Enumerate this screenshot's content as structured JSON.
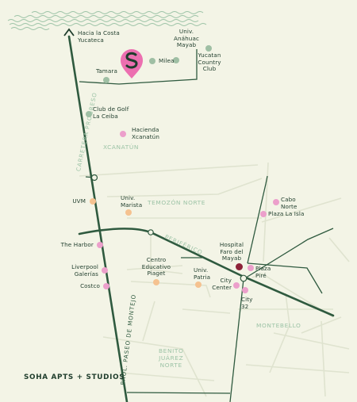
{
  "colors": {
    "background": "#f3f4e6",
    "road": "#2f5a3f",
    "minor_road": "#dfe3cf",
    "area_label": "#9cc3a6",
    "marker_pink": "#ec6fb0",
    "dot_green": "#9fbfa4",
    "dot_pink": "#ec9fcb",
    "dot_orange": "#f5c290",
    "dot_red": "#8e2339"
  },
  "brand": "SOHA APTS + STUDIOS",
  "direction": "Hacia la Costa\nYucateca",
  "places": {
    "tamara": "Tamara",
    "milea": "Milea",
    "anahuac": "Univ.\nAnáhuac\nMayab",
    "yucatan_cc": "Yucatan\nCountry\nClub",
    "club_golf": "Club de Golf\nLa Ceiba",
    "hacienda": "Hacienda\nXcanatún",
    "uvm": "UVM",
    "marista": "Univ.\nMarista",
    "cabo_norte": "Cabo\nNorte",
    "plaza_la_isla": "Plaza La Isla",
    "the_harbor": "The Harbor",
    "hospital": "Hospital\nFaro del\nMayab",
    "liverpool": "Liverpool\nGalerías",
    "centro_piaget": "Centro\nEducativo\nPiaget",
    "patria": "Univ.\nPatria",
    "city_center": "City\nCenter",
    "plaza_pire": "Plaza\nPiré",
    "city32": "City\n32",
    "costco": "Costco"
  },
  "areas": {
    "xcanatun": "XCANATÚN",
    "temozon": "TEMOZÓN NORTE",
    "montebello": "MONTEBELLO",
    "benito": "BENITO\nJUÁREZ\nNORTE"
  },
  "roads": {
    "carretera": "CARRETERA PROGRESO",
    "periferico": "PERIFÉRICO",
    "prol_montejo": "PROL. PASEO DE MONTEJO"
  },
  "icons": {
    "marker": "soha-location-marker-icon",
    "sea": "sea-wave-icon",
    "arrow": "north-arrow-icon"
  }
}
